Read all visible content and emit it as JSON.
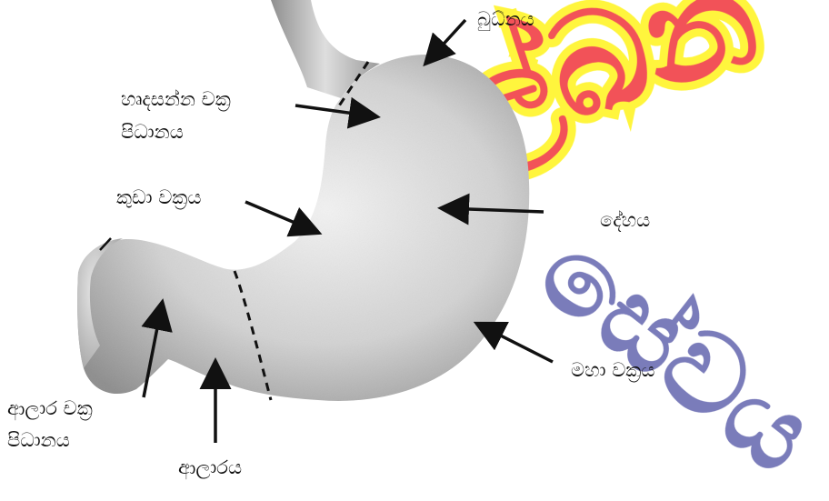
{
  "labels": {
    "fundus": "බුධ්නය",
    "cardiac_sphincter_line1": "හෘදසන්න චක්‍ර",
    "cardiac_sphincter_line2": "පිධානය",
    "lesser_curvature": "කුඩා වක්‍රය",
    "body": "දේහය",
    "greater_curvature": "මහා වක්‍රය",
    "pyloric_sphincter_line1": "ආලාර චක්‍ර",
    "pyloric_sphincter_line2": "පිධානය",
    "pylorus": "ආලාරය"
  },
  "watermark": {
    "text_top": "ලේඛන",
    "text_bottom": "සේවය"
  },
  "colors": {
    "stomach_fill": "#d9d9d9",
    "stomach_shadow": "#9a9a9a",
    "arrow": "#111111",
    "watermark_red": "#ee1c25",
    "watermark_yellow": "#fff200",
    "watermark_blue": "#2e3192"
  }
}
